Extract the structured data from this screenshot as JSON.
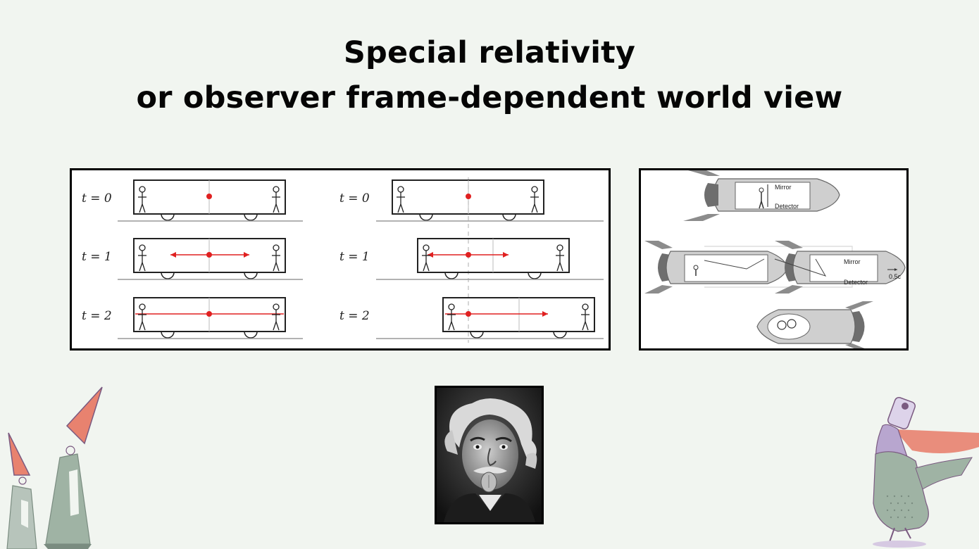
{
  "slide": {
    "title_line1": "Special relativity",
    "title_line2": "or observer frame-dependent world view"
  },
  "train_diagram": {
    "rows": [
      {
        "label": "t = 0"
      },
      {
        "label": "t = 1"
      },
      {
        "label": "t = 2"
      }
    ],
    "colors": {
      "light": "#e02020",
      "outline": "#222222",
      "guide": "#bbbbbb"
    }
  },
  "rocket_diagram": {
    "mirror_label": "Mirror",
    "detector_label": "Detector",
    "speed_label": "0.5c"
  },
  "photo": {
    "alt": "portrait photograph"
  },
  "colors": {
    "background": "#f1f5f0",
    "accent_salmon": "#e8826f",
    "accent_sage": "#9fb3a4",
    "accent_lilac": "#b8a6cf"
  }
}
